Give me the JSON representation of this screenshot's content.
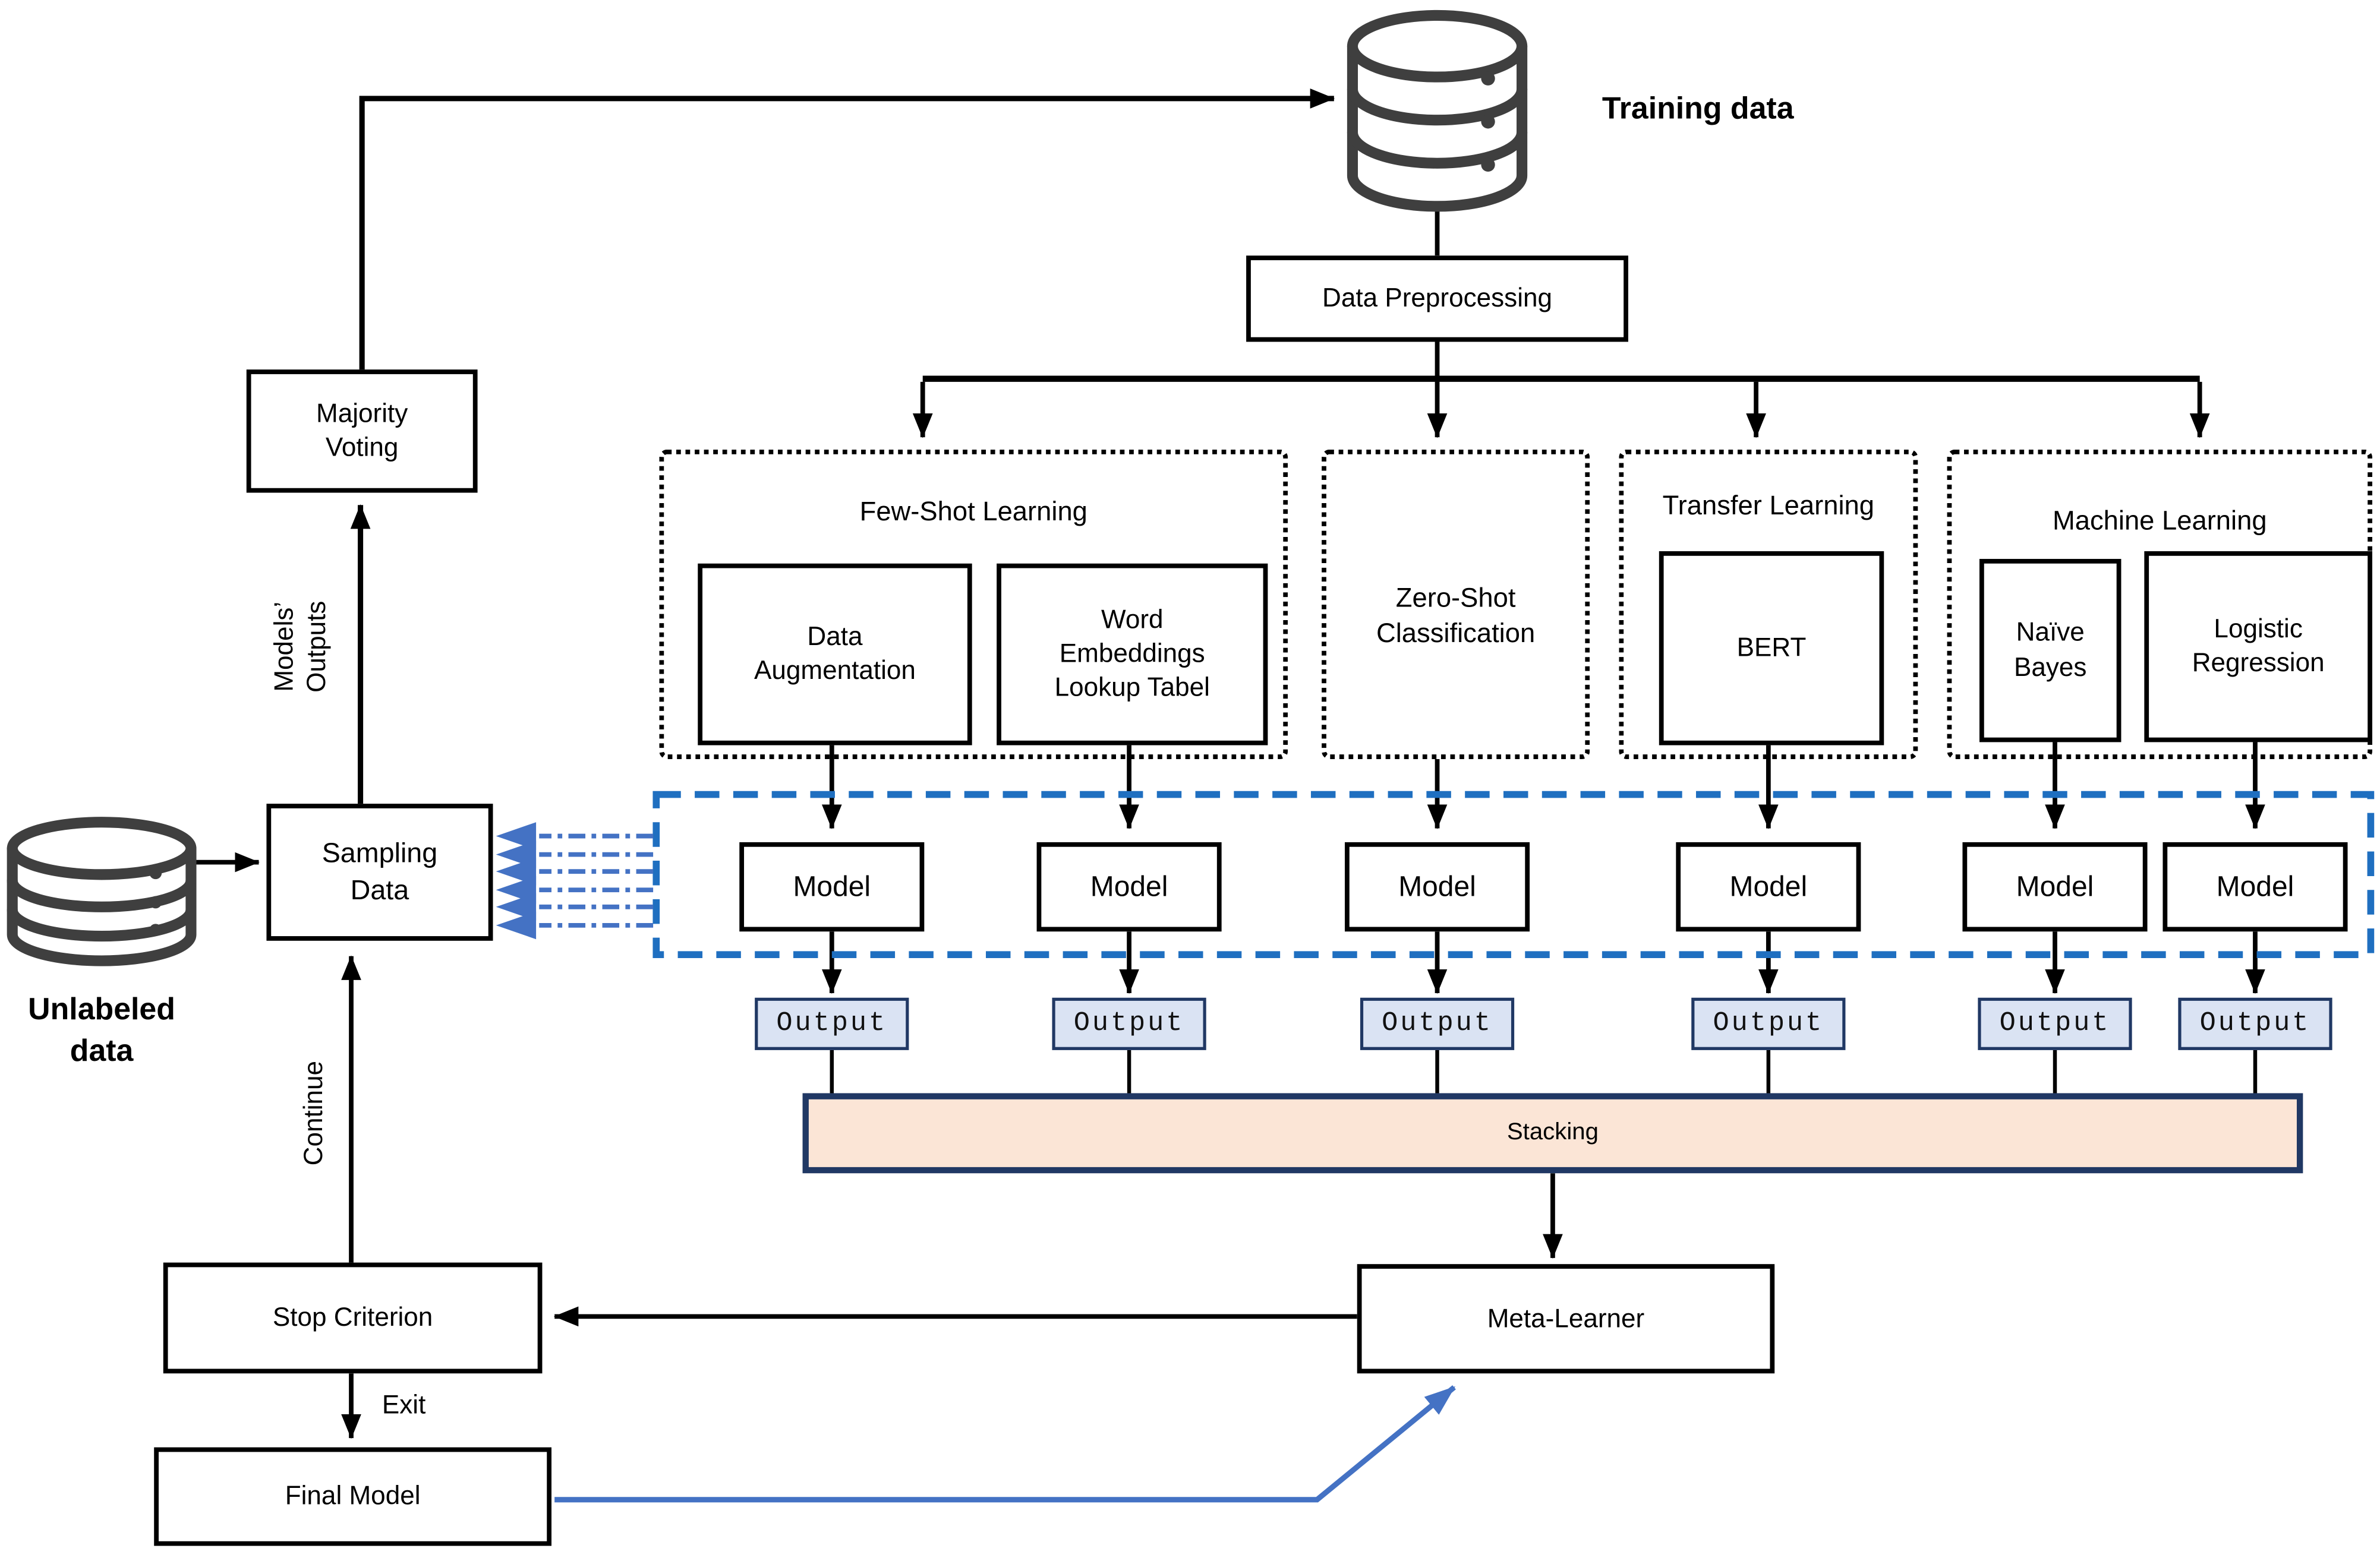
{
  "diagram": {
    "training_store": {
      "label": "Training data"
    },
    "unlabeled_store": {
      "label": "Unlabeled\ndata"
    },
    "preprocessing": {
      "label": "Data Preprocessing"
    },
    "majority_voting": {
      "label": "Majority\nVoting"
    },
    "sampling": {
      "label": "Sampling\nData"
    },
    "groups": [
      {
        "title": "Few-Shot Learning",
        "methods": [
          {
            "label": "Data\nAugmentation"
          },
          {
            "label": "Word\nEmbeddings\nLookup Tabel"
          }
        ]
      },
      {
        "title": "Zero-Shot\nClassification",
        "methods": []
      },
      {
        "title": "Transfer Learning",
        "methods": [
          {
            "label": "BERT"
          }
        ]
      },
      {
        "title": "Machine Learning",
        "methods": [
          {
            "label": "Naïve\nBayes"
          },
          {
            "label": "Logistic\nRegression"
          }
        ]
      }
    ],
    "model_box": {
      "label": "Model"
    },
    "output_box": {
      "label": "Output"
    },
    "stacking": {
      "label": "Stacking"
    },
    "meta_learner": {
      "label": "Meta-Learner"
    },
    "stop_criterion": {
      "label": "Stop Criterion"
    },
    "final_model": {
      "label": "Final Model"
    },
    "edge_labels": {
      "models_outputs": "Models’\nOutputs",
      "continue_label": "Continue",
      "exit_label": "Exit"
    },
    "colors": {
      "wire_black": "#000000",
      "ensemble_container_dashed_blue": "#1f6fc0",
      "sampling_arrow_blue": "#4472c4",
      "final_model_arrow_blue": "#4472c4",
      "output_fill": "#dae3f3",
      "output_border": "#203864",
      "stacking_fill": "#fbe5d6",
      "stacking_border": "#203864",
      "database_icon": "#3f3f3f"
    }
  }
}
